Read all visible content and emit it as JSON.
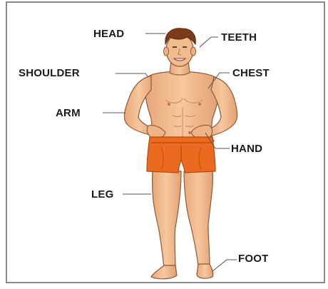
{
  "labels": {
    "head": "HEAD",
    "teeth": "TEETH",
    "shoulder": "SHOULDER",
    "chest": "CHEST",
    "arm": "ARM",
    "hand": "HAND",
    "leg": "LEG",
    "foot": "FOOT"
  },
  "colors": {
    "skin": "#f2bb8e",
    "skin_shade": "#d99a6c",
    "outline": "#8a5a3a",
    "hair": "#7a3b17",
    "shorts": "#ec6a1f",
    "shorts_shade": "#c8520f",
    "leader_line": "#555555"
  }
}
